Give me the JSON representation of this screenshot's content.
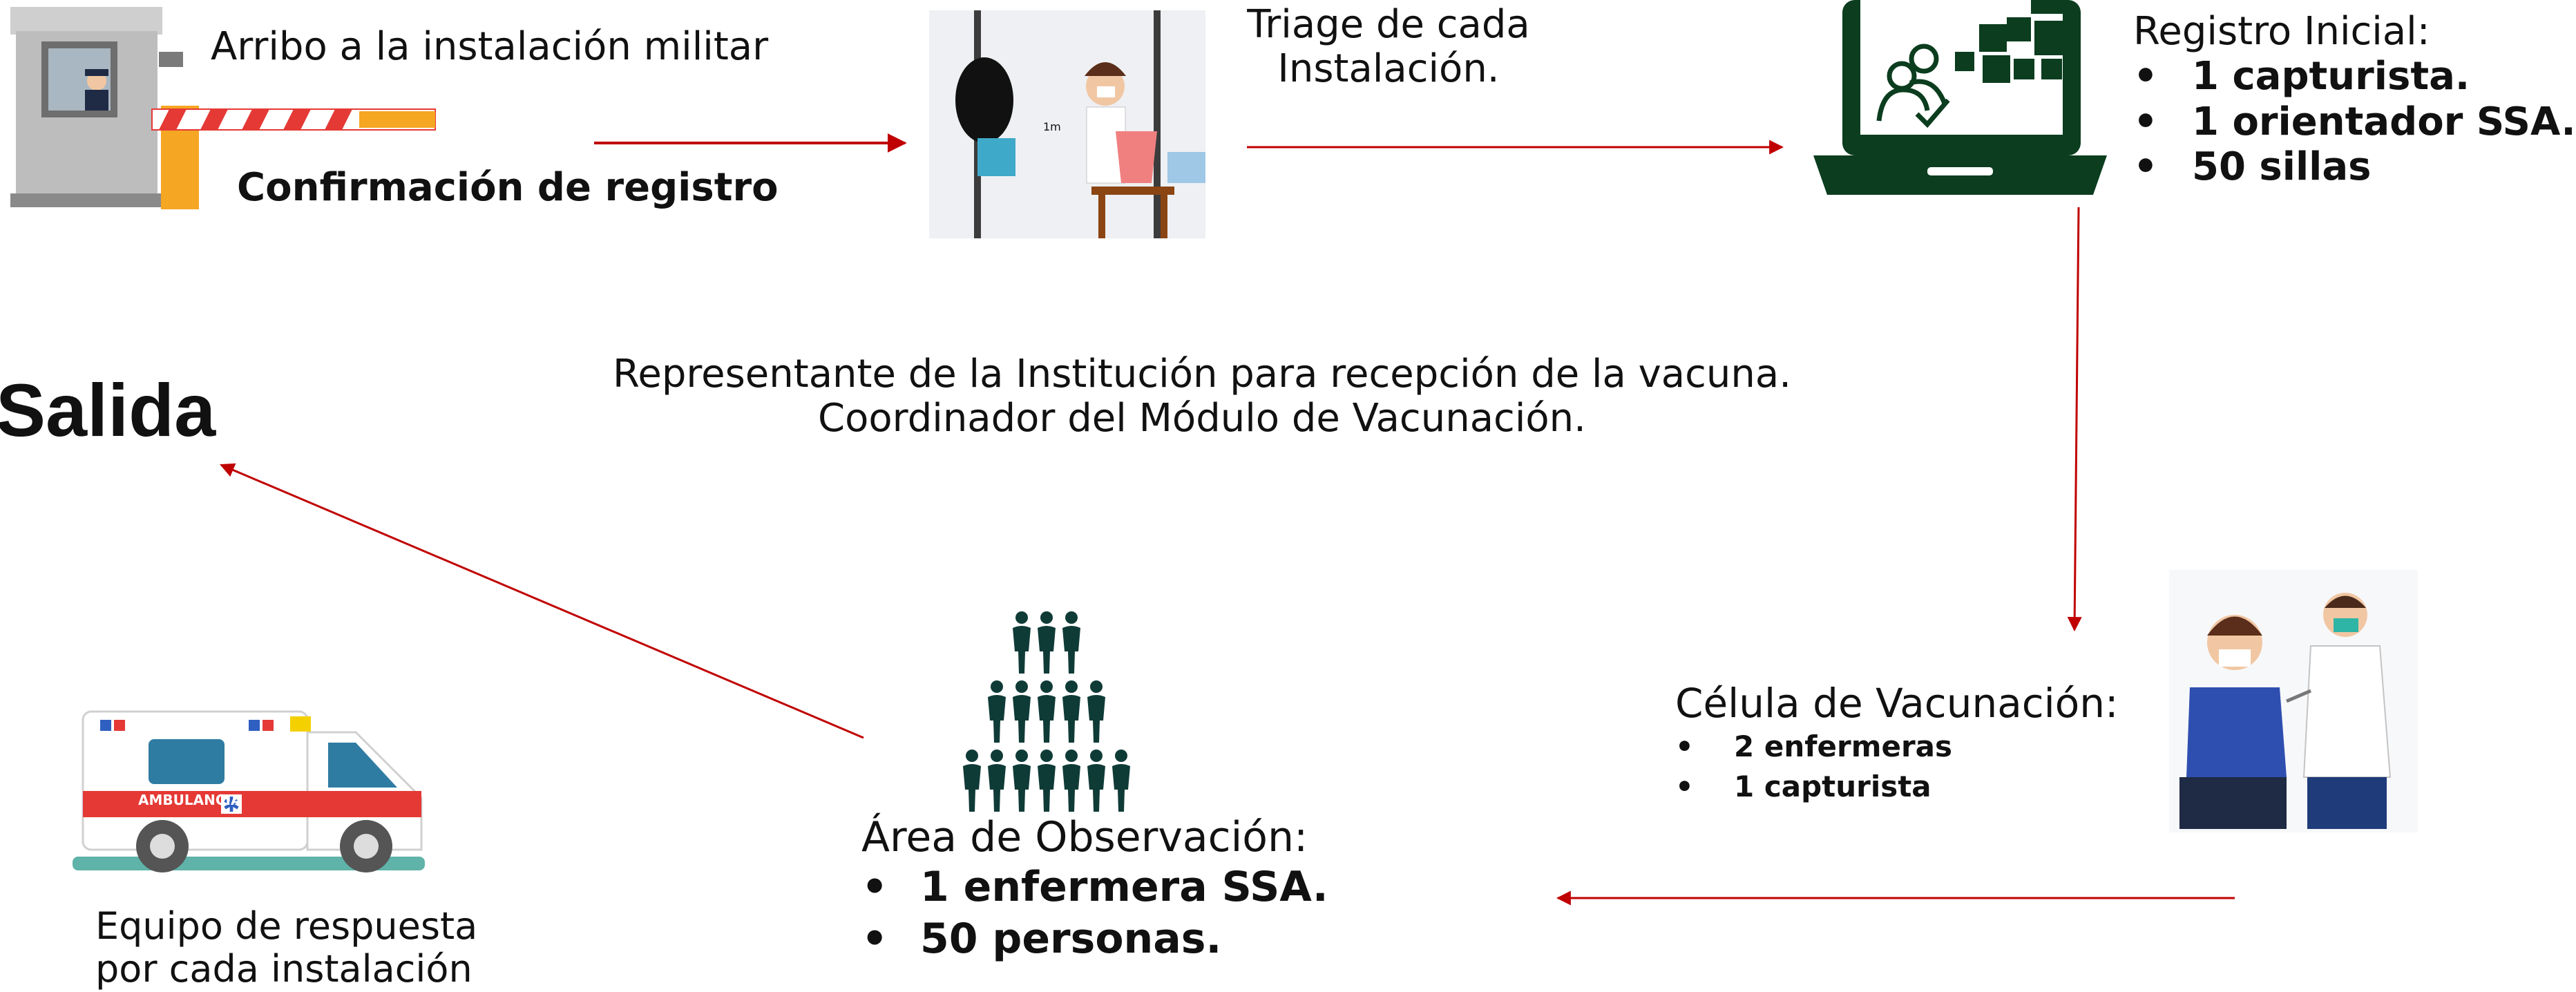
{
  "arrival": {
    "title": "Arribo a la instalación militar",
    "subtitle": "Confirmación de registro"
  },
  "triage": {
    "line1": "Triage de cada",
    "line2": "Instalación.",
    "distance_label": "1m"
  },
  "registro": {
    "title": "Registro Inicial:",
    "items": [
      "1 capturista.",
      "1 orientador SSA.",
      "50 sillas"
    ]
  },
  "exit": {
    "label": "Salida"
  },
  "center_note": {
    "line1": "Representante de la Institución  para recepción de la vacuna.",
    "line2": "Coordinador del Módulo de Vacunación."
  },
  "vaccination": {
    "title": "Célula de Vacunación:",
    "items": [
      "2 enfermeras",
      "1 capturista"
    ]
  },
  "observation": {
    "title": "Área de Observación:",
    "items": [
      "1 enfermera SSA.",
      "50 personas."
    ]
  },
  "response_team": {
    "line1": "Equipo de respuesta",
    "line2": "por cada instalación",
    "vehicle_label": "AMBULANCIA"
  },
  "colors": {
    "arrow": "#c00000",
    "laptop": "#0b3d1e",
    "people": "#0f3b37"
  }
}
